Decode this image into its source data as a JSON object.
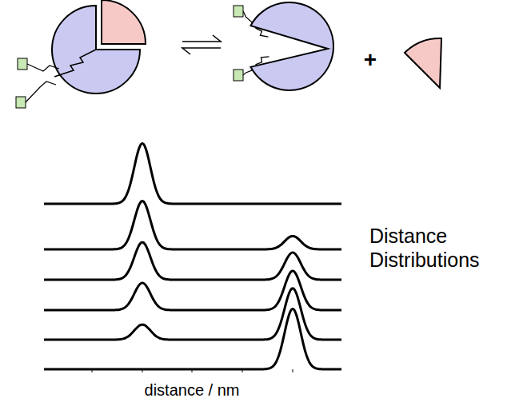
{
  "diagram": {
    "labels": [
      "+",
      "Distance Distributions",
      "distance / nm"
    ]
  }
}
